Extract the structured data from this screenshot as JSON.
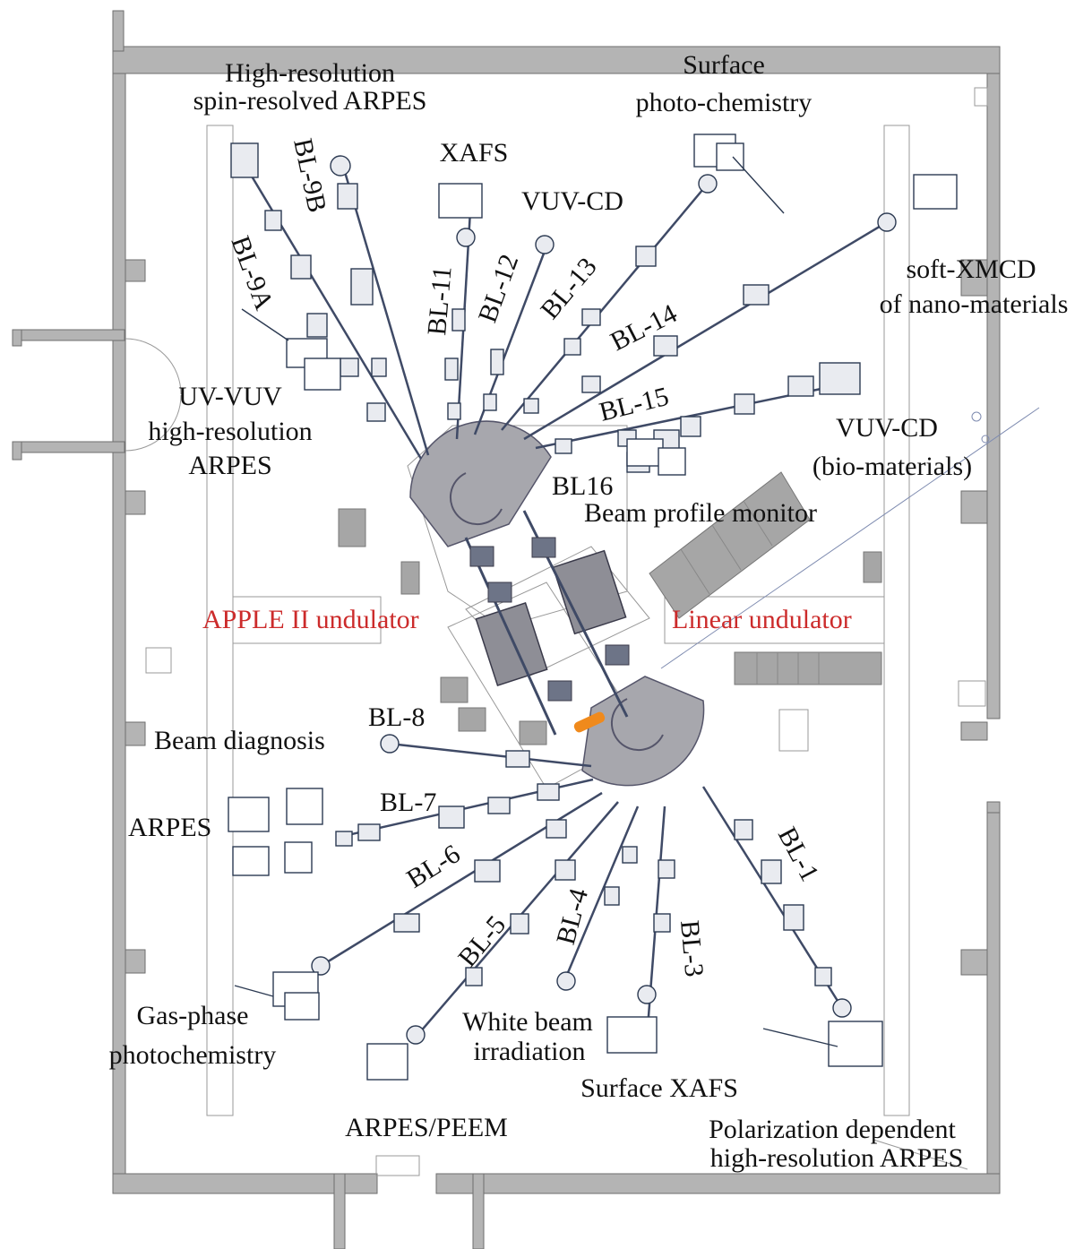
{
  "labels": {
    "high_res_spin_1": "High-resolution",
    "high_res_spin_2": "spin-resolved ARPES",
    "surface_photochem_1": "Surface",
    "surface_photochem_2": "photo-chemistry",
    "xafs": "XAFS",
    "vuv_cd_top": "VUV-CD",
    "soft_xmcd_1": "soft-XMCD",
    "soft_xmcd_2": "of nano-materials",
    "uv_vuv_1": "UV-VUV",
    "uv_vuv_2": "high-resolution",
    "uv_vuv_3": "ARPES",
    "vuv_cd_bio_1": "VUV-CD",
    "vuv_cd_bio_2": "(bio-materials)",
    "bl16": "BL16",
    "beam_profile_monitor": "Beam profile monitor",
    "apple_ii_undulator": "APPLE II undulator",
    "linear_undulator": "Linear undulator",
    "bl8": "BL-8",
    "beam_diagnosis": "Beam diagnosis",
    "arpes": "ARPES",
    "bl7": "BL-7",
    "bl6": "BL-6",
    "bl5": "BL-5",
    "bl4": "BL-4",
    "bl3": "BL-3",
    "bl1": "BL-1",
    "bl9a": "BL-9A",
    "bl9b": "BL-9B",
    "bl11": "BL-11",
    "bl12": "BL-12",
    "bl13": "BL-13",
    "bl14": "BL-14",
    "bl15": "BL-15",
    "gas_phase_1": "Gas-phase",
    "gas_phase_2": "photochemistry",
    "white_beam_1": "White beam",
    "white_beam_2": "irradiation",
    "surface_xafs": "Surface XAFS",
    "arpes_peem": "ARPES/PEEM",
    "polarization_1": "Polarization dependent",
    "polarization_2": "high-resolution ARPES"
  },
  "colors": {
    "wall": "#b4b4b4",
    "wall_stroke": "#6e6e6e",
    "ring": "#a7a7ad",
    "ring_stroke": "#55556a",
    "beamline": "#3f4a66",
    "component": "#2c3a52",
    "highlight_text": "#cc2b2b",
    "injector": "#f08a1c"
  }
}
